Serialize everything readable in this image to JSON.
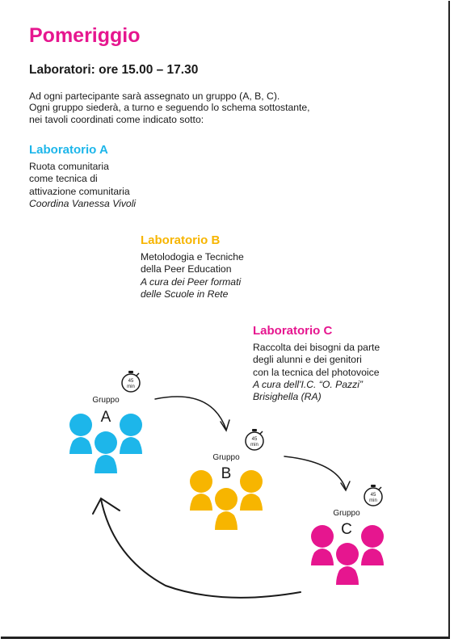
{
  "title": "Pomeriggio",
  "subtitle": "Laboratori: ore 15.00 – 17.30",
  "intro": [
    "Ad ogni partecipante sarà assegnato un gruppo (A, B, C).",
    "Ogni gruppo siederà, a turno e seguendo lo schema sottostante,",
    "nei tavoli coordinati come indicato sotto:"
  ],
  "labs": [
    {
      "title": "Laboratorio A",
      "lines": [
        "Ruota comunitaria",
        "come tecnica di",
        "attivazione comunitaria"
      ],
      "credit": [
        "Coordina Vanessa Vivoli"
      ]
    },
    {
      "title": "Laboratorio B",
      "lines": [
        "Metolodogia e Tecniche",
        "della Peer Education"
      ],
      "credit": [
        "A cura dei Peer formati",
        "delle Scuole in Rete"
      ]
    },
    {
      "title": "Laboratorio C",
      "lines": [
        "Raccolta dei bisogni da parte",
        "degli alunni e dei genitori",
        "con la tecnica del photovoice"
      ],
      "credit": [
        "A cura dell'I.C. “O. Pazzi”",
        "Brisighella (RA)"
      ]
    }
  ],
  "groups": [
    {
      "label": "Gruppo",
      "letter": "A",
      "timer": "45",
      "timer_unit": "min",
      "color": "#1db6ea"
    },
    {
      "label": "Gruppo",
      "letter": "B",
      "timer": "45",
      "timer_unit": "min",
      "color": "#f7b500"
    },
    {
      "label": "Gruppo",
      "letter": "C",
      "timer": "45",
      "timer_unit": "min",
      "color": "#e6168f"
    }
  ],
  "colors": {
    "title": "#e6168f",
    "lab_a": "#1db6ea",
    "lab_b": "#f7b500",
    "lab_c": "#e6168f"
  }
}
